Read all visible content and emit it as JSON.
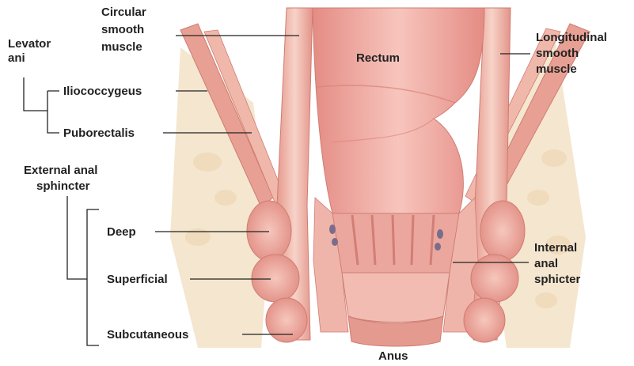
{
  "labels": {
    "circular_smooth_muscle": [
      "Circular",
      "smooth",
      "muscle"
    ],
    "levator_ani": [
      "Levator",
      "ani"
    ],
    "iliococcygeus": "Iliococcygeus",
    "puborectalis": "Puborectalis",
    "external_anal_sphincter": [
      "External anal",
      "sphincter"
    ],
    "deep": "Deep",
    "superficial": "Superficial",
    "subcutaneous": "Subcutaneous",
    "rectum": "Rectum",
    "longitudinal_smooth_muscle": [
      "Longitudinal",
      "smooth",
      "muscle"
    ],
    "internal_anal_sphincter": [
      "Internal",
      "anal",
      "sphicter"
    ],
    "anus": "Anus"
  },
  "colors": {
    "tissue_light": "#f6cfc4",
    "tissue_mid": "#eaa59a",
    "tissue_dark": "#d9857c",
    "lumen": "#f1b4ac",
    "fat": "#f6e7cf",
    "label_text": "#222222"
  }
}
